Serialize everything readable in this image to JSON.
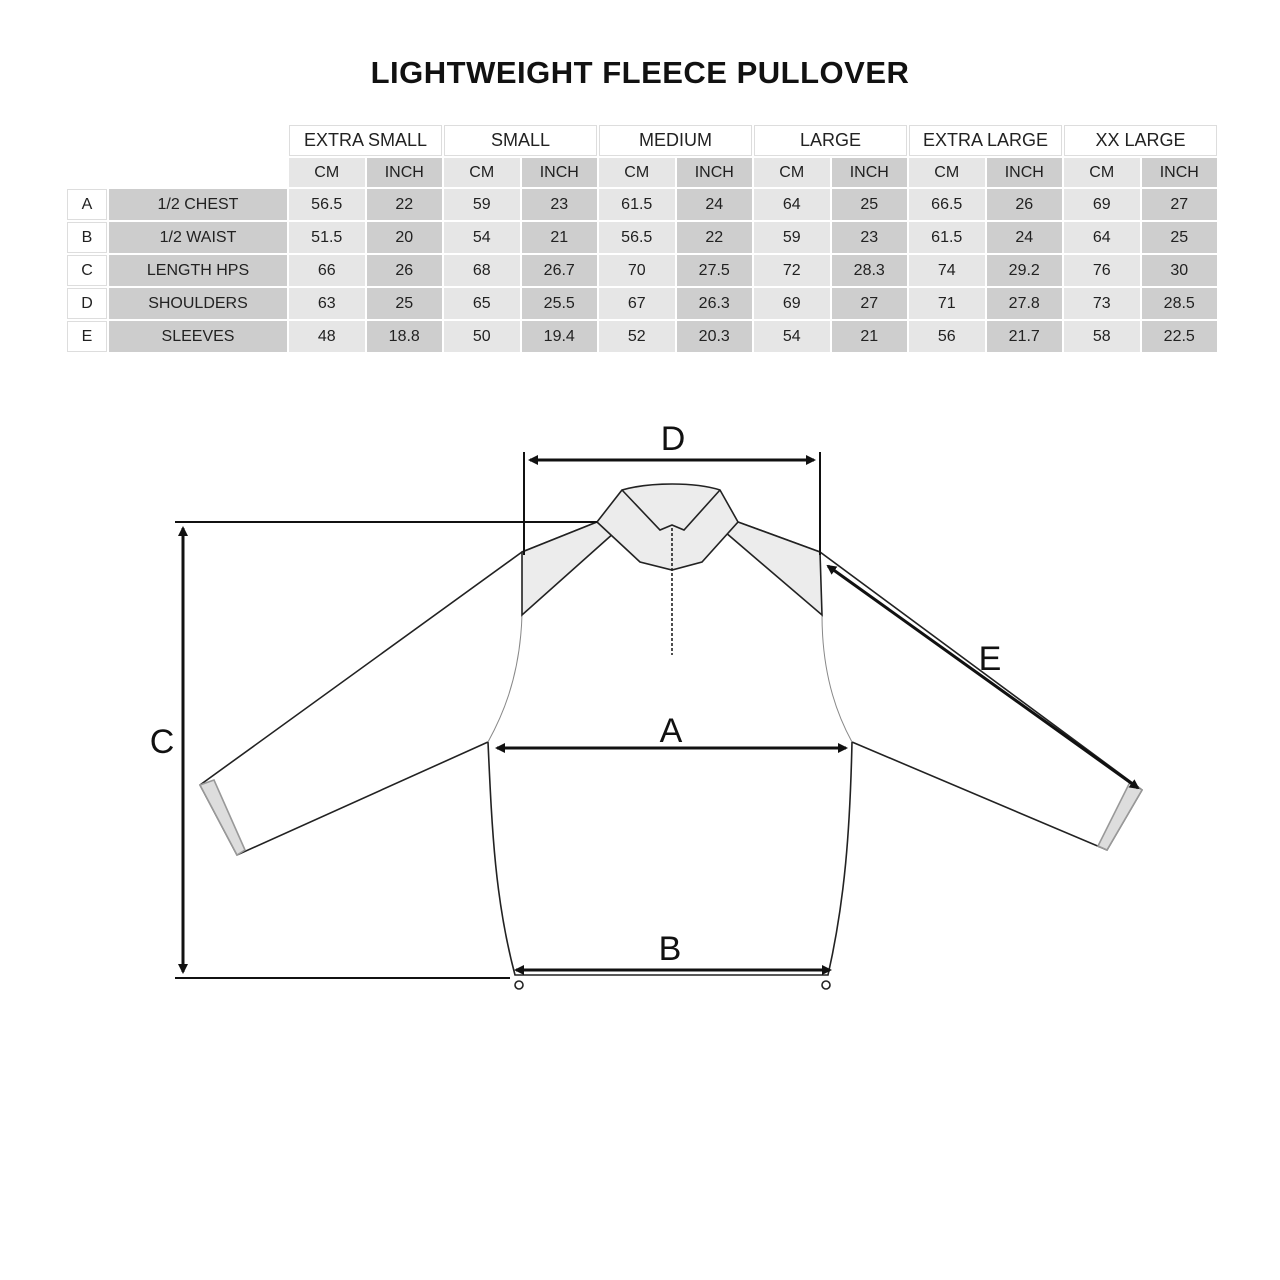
{
  "title": "LIGHTWEIGHT FLEECE PULLOVER",
  "sizes": [
    "EXTRA SMALL",
    "SMALL",
    "MEDIUM",
    "LARGE",
    "EXTRA LARGE",
    "XX LARGE"
  ],
  "units": {
    "cm": "CM",
    "inch": "INCH"
  },
  "rows": [
    {
      "letter": "A",
      "label": "1/2 CHEST",
      "values": [
        "56.5",
        "22",
        "59",
        "23",
        "61.5",
        "24",
        "64",
        "25",
        "66.5",
        "26",
        "69",
        "27"
      ]
    },
    {
      "letter": "B",
      "label": "1/2 WAIST",
      "values": [
        "51.5",
        "20",
        "54",
        "21",
        "56.5",
        "22",
        "59",
        "23",
        "61.5",
        "24",
        "64",
        "25"
      ]
    },
    {
      "letter": "C",
      "label": "LENGTH HPS",
      "values": [
        "66",
        "26",
        "68",
        "26.7",
        "70",
        "27.5",
        "72",
        "28.3",
        "74",
        "29.2",
        "76",
        "30"
      ]
    },
    {
      "letter": "D",
      "label": "SHOULDERS",
      "values": [
        "63",
        "25",
        "65",
        "25.5",
        "67",
        "26.3",
        "69",
        "27",
        "71",
        "27.8",
        "73",
        "28.5"
      ]
    },
    {
      "letter": "E",
      "label": "SLEEVES",
      "values": [
        "48",
        "18.8",
        "50",
        "19.4",
        "52",
        "20.3",
        "54",
        "21",
        "56",
        "21.7",
        "58",
        "22.5"
      ]
    }
  ],
  "diagram": {
    "A": "A",
    "B": "B",
    "C": "C",
    "D": "D",
    "E": "E"
  }
}
